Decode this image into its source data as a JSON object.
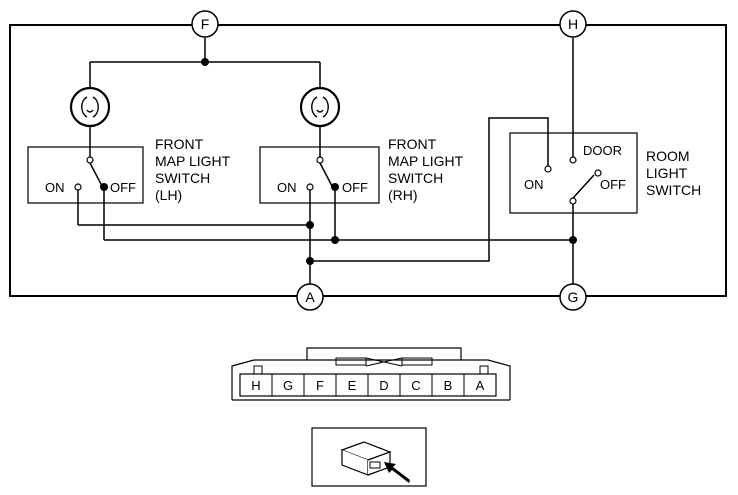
{
  "connectors": {
    "F": "F",
    "H": "H",
    "A": "A",
    "G": "G"
  },
  "switches": {
    "front_lh": {
      "line1": "FRONT",
      "line2": "MAP LIGHT",
      "line3": "SWITCH",
      "line4": "(LH)",
      "on": "ON",
      "off": "OFF"
    },
    "front_rh": {
      "line1": "FRONT",
      "line2": "MAP LIGHT",
      "line3": "SWITCH",
      "line4": "(RH)",
      "on": "ON",
      "off": "OFF"
    },
    "room": {
      "line1": "ROOM",
      "line2": "LIGHT",
      "line3": "SWITCH",
      "on": "ON",
      "off": "OFF",
      "door": "DOOR"
    }
  },
  "connector_pins": [
    "H",
    "G",
    "F",
    "E",
    "D",
    "C",
    "B",
    "A"
  ]
}
